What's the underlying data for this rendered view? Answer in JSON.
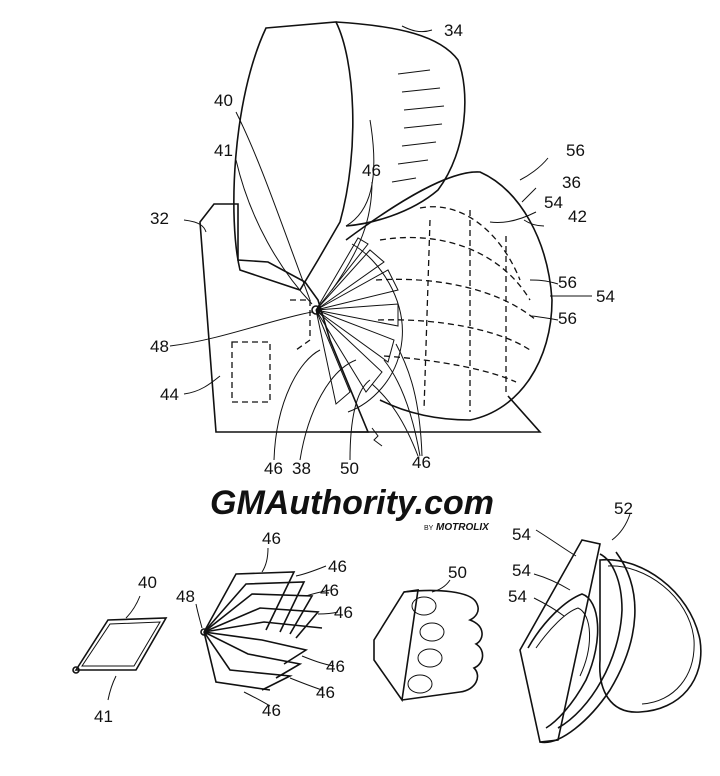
{
  "watermark": {
    "brand_main": "GMAuthority.com",
    "brand_prefix": "BY",
    "brand_sub": "MOTROLIX"
  },
  "labels": {
    "r34": "34",
    "r40a": "40",
    "r41a": "41",
    "r46a": "46",
    "r56a": "56",
    "r36": "36",
    "r32": "32",
    "r54a": "54",
    "r42": "42",
    "r56b": "56",
    "r54b": "54",
    "r56c": "56",
    "r48a": "48",
    "r44": "44",
    "r46b": "46",
    "r38": "38",
    "r50a": "50",
    "r46c": "46",
    "r40b": "40",
    "r41b": "41",
    "r48b": "48",
    "r46d": "46",
    "r46e": "46",
    "r46f": "46",
    "r46g": "46",
    "r46h": "46",
    "r46i": "46",
    "r46j": "46",
    "r50b": "50",
    "r52": "52",
    "r54c": "54",
    "r54d": "54",
    "r54e": "54"
  }
}
